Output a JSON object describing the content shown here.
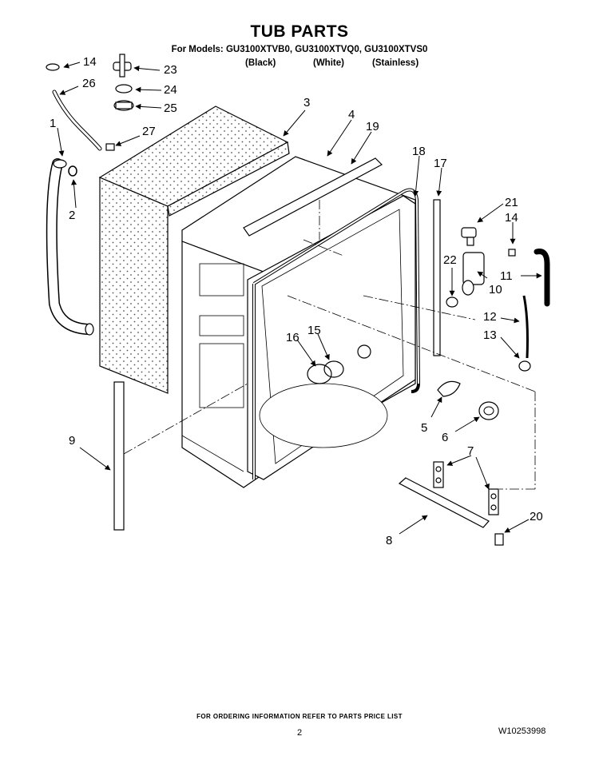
{
  "header": {
    "title": "TUB PARTS",
    "models_line": "For Models: GU3100XTVB0, GU3100XTVQ0, GU3100XTVS0",
    "colors": [
      "(Black)",
      "(White)",
      "(Stainless)"
    ]
  },
  "callouts": [
    {
      "label": "1"
    },
    {
      "label": "2"
    },
    {
      "label": "3"
    },
    {
      "label": "4"
    },
    {
      "label": "5"
    },
    {
      "label": "6"
    },
    {
      "label": "7"
    },
    {
      "label": "8"
    },
    {
      "label": "9"
    },
    {
      "label": "10"
    },
    {
      "label": "11"
    },
    {
      "label": "12"
    },
    {
      "label": "13"
    },
    {
      "label": "14"
    },
    {
      "label": "14"
    },
    {
      "label": "15"
    },
    {
      "label": "16"
    },
    {
      "label": "17"
    },
    {
      "label": "18"
    },
    {
      "label": "19"
    },
    {
      "label": "20"
    },
    {
      "label": "21"
    },
    {
      "label": "22"
    },
    {
      "label": "23"
    },
    {
      "label": "24"
    },
    {
      "label": "25"
    },
    {
      "label": "26"
    },
    {
      "label": "27"
    }
  ],
  "footer": {
    "note": "FOR ORDERING INFORMATION REFER TO PARTS PRICE LIST",
    "page": "2",
    "doc_number": "W10253998"
  }
}
